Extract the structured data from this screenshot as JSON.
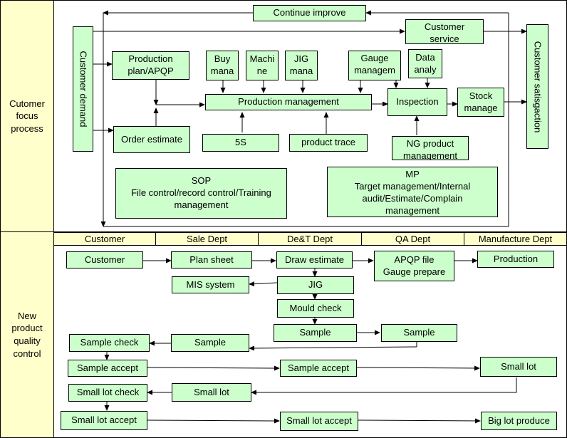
{
  "sections": {
    "focus": "Cutomer\nfocus\nprocess",
    "npqc": "New\nproduct\nquality\ncontrol"
  },
  "departments": [
    "Customer",
    "Sale Dept",
    "De&T Dept",
    "QA Dept",
    "Manufacture Dept"
  ],
  "focus": {
    "continue_improve": "Continue improve",
    "customer_service": "Customer\nservice",
    "customer_demand": "Customer demand",
    "customer_satisfaction": "Customer satisgaction",
    "production_plan": "Production\nplan/APQP",
    "buy_mana": "Buy\nmana",
    "machine": "Machi\nne",
    "jig_mana": "JIG\nmana",
    "gauge_managem": "Gauge\nmanagem",
    "data_analy": "Data\nanaly",
    "production_management": "Production management",
    "inspection": "Inspection",
    "stock_manage": "Stock\nmanage",
    "order_estimate": "Order estimate",
    "five_s": "5S",
    "product_trace": "product trace",
    "ng_product": "NG product\nmanagement",
    "sop": "SOP\nFile control/record control/Training\nmanagement",
    "mp": "MP\nTarget management/Internal\naudit/Estimate/Complain\nmanagement"
  },
  "npqc": {
    "customer": "Customer",
    "plan_sheet": "Plan sheet",
    "draw_estimate": "Draw estimate",
    "apqp_file": "APQP file\nGauge prepare",
    "production": "Production",
    "mis_system": "MIS system",
    "jig": "JIG",
    "mould_check": "Mould check",
    "sample_qa": "Sample",
    "sample_det": "Sample",
    "sample_sale": "Sample",
    "sample_check": "Sample check",
    "sample_accept_1": "Sample accept",
    "sample_accept_2": "Sample accept",
    "small_lot_mfg": "Small lot",
    "small_lot_check": "Small lot check",
    "small_lot_sale": "Small lot",
    "small_lot_accept_1": "Small lot accept",
    "small_lot_accept_2": "Small lot accept",
    "big_lot_produce": "Big lot produce"
  },
  "colors": {
    "box_fill": "#ccffcc",
    "cell_fill": "#ffffcc",
    "line": "#000000"
  }
}
